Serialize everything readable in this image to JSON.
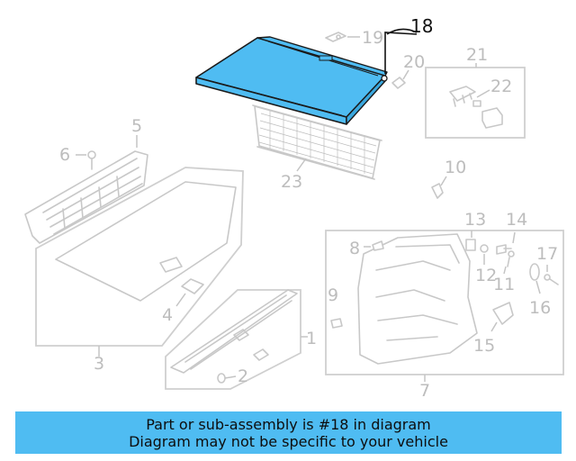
{
  "highlight_color": "#4fbcf2",
  "highlighted_part": "18",
  "callouts": {
    "c1": "1",
    "c2": "2",
    "c3": "3",
    "c4": "4",
    "c5": "5",
    "c6": "6",
    "c7": "7",
    "c8": "8",
    "c9": "9",
    "c10": "10",
    "c11": "11",
    "c12": "12",
    "c13": "13",
    "c14": "14",
    "c15": "15",
    "c16": "16",
    "c17": "17",
    "c18": "18",
    "c19": "19",
    "c20": "20",
    "c21": "21",
    "c22": "22",
    "c23": "23"
  },
  "banner": {
    "line1": "Part or sub-assembly is #18 in diagram",
    "line2": "Diagram may not be specific to your vehicle"
  }
}
